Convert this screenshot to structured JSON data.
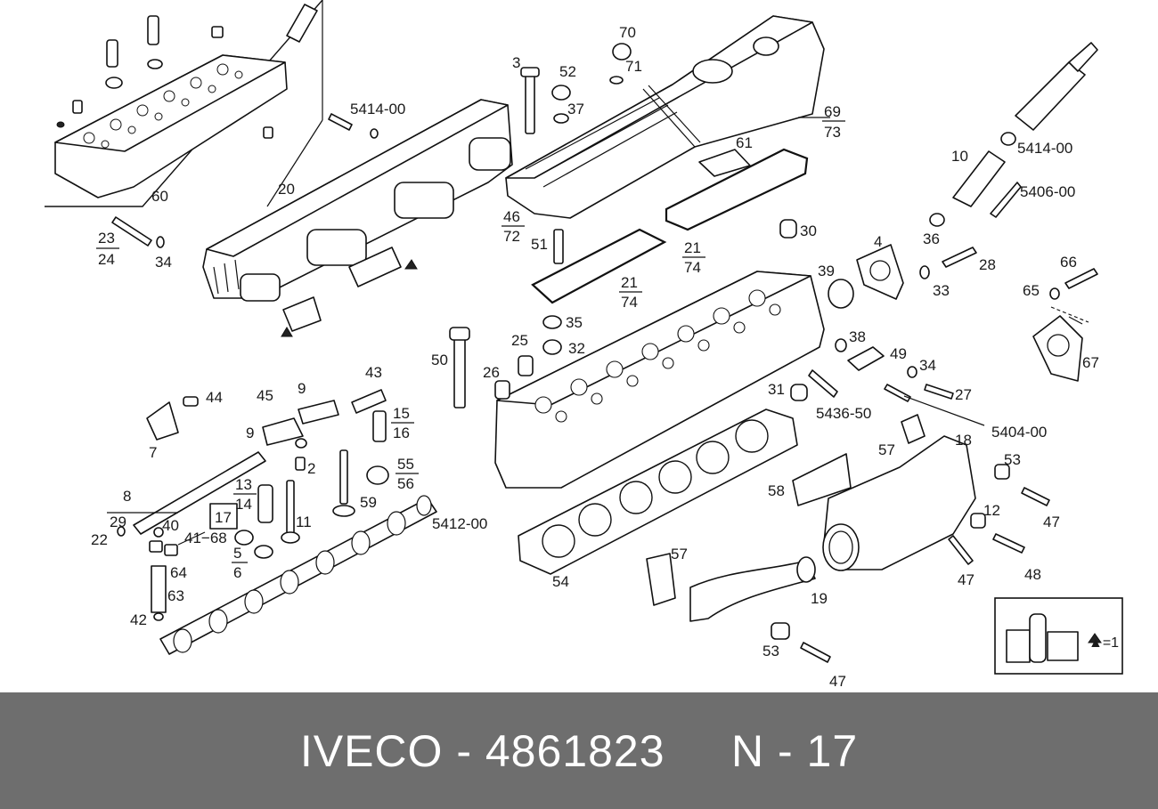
{
  "callouts": {
    "c60": "60",
    "c5414_00a": "5414-00",
    "c20": "20",
    "c23": "23",
    "c24": "24",
    "c34a": "34",
    "c3": "3",
    "c52": "52",
    "c37": "37",
    "c70": "70",
    "c71": "71",
    "c69": "69",
    "c73": "73",
    "c61": "61",
    "c46": "46",
    "c72": "72",
    "c51": "51",
    "c21a": "21",
    "c74a": "74",
    "c21b": "21",
    "c74b": "74",
    "c30": "30",
    "c5414_00b": "5414-00",
    "c10": "10",
    "c5406_00": "5406-00",
    "c36": "36",
    "c28": "28",
    "c4": "4",
    "c39": "39",
    "c33": "33",
    "c66": "66",
    "c65": "65",
    "c67": "67",
    "c35": "35",
    "c32": "32",
    "c25": "25",
    "c50": "50",
    "c26": "26",
    "c43": "43",
    "c44": "44",
    "c45": "45",
    "c9a": "9",
    "c9b": "9",
    "c7": "7",
    "c15": "15",
    "c16": "16",
    "c2": "2",
    "c38": "38",
    "c49": "49",
    "c34b": "34",
    "c27": "27",
    "c31": "31",
    "c5436_50": "5436-50",
    "c5404_00": "5404-00",
    "c18": "18",
    "c57a": "57",
    "c53a": "53",
    "c8": "8",
    "c13": "13",
    "c14": "14",
    "c55": "55",
    "c56": "56",
    "c59": "59",
    "c17": "17",
    "c41_68": "41−68",
    "c11": "11",
    "c29": "29",
    "c40": "40",
    "c22": "22",
    "c5412_00": "5412-00",
    "c58": "58",
    "c12": "12",
    "c47a": "47",
    "c5": "5",
    "c6": "6",
    "c64": "64",
    "c63": "63",
    "c42": "42",
    "c54": "54",
    "c57b": "57",
    "c48": "48",
    "c47b": "47",
    "c19": "19",
    "c53b": "53",
    "c47c": "47"
  },
  "legend": {
    "kit_text": "▲=1"
  },
  "highlight": {
    "part": "17",
    "color": "#f28b8b"
  },
  "footer": {
    "title": "IVECO - 4861823     N - 17"
  },
  "colors": {
    "footer_bg": "#6e6e6e",
    "footer_text": "#ffffff",
    "line": "#111111"
  }
}
